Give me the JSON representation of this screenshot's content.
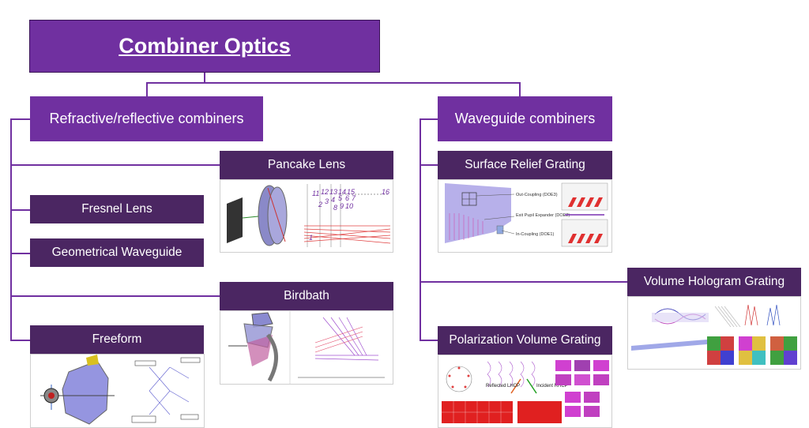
{
  "diagram": {
    "root": "Combiner Optics",
    "categories": {
      "refractive": "Refractive/reflective combiners",
      "waveguide": "Waveguide combiners"
    },
    "refractive_items": {
      "pancake": "Pancake Lens",
      "fresnel": "Fresnel Lens",
      "geometrical": "Geometrical Waveguide",
      "birdbath": "Birdbath",
      "freeform": "Freeform"
    },
    "waveguide_items": {
      "srg": "Surface Relief Grating",
      "vhg": "Volume Hologram Grating",
      "pvg": "Polarization Volume Grating"
    },
    "figure_text": {
      "pancake_numbers": [
        "11",
        "12",
        "13",
        "14",
        "15",
        "16",
        "2",
        "3",
        "4",
        "5",
        "6",
        "7",
        "8",
        "9",
        "10",
        "1"
      ],
      "srg_out_coupling": "Out-Coupling (DOE3)",
      "srg_epe": "Exit Pupil Expander (DOE2)",
      "srg_in_coupling": "In-Coupling (DOE1)",
      "pvg_reflected": "Reflected LHCP",
      "pvg_incident": "Incident RHCP"
    },
    "colors": {
      "accent": "#7030a0",
      "leaf_bg": "#4b2662",
      "text": "#ffffff"
    }
  }
}
